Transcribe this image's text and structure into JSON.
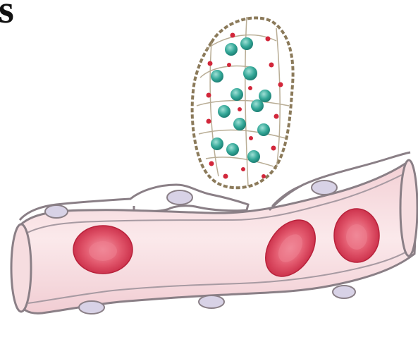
{
  "corner_text": "s",
  "colors": {
    "vessel_fill": "#f7d9dc",
    "vessel_inner": "#fbe8ea",
    "vessel_outline": "#8a7f86",
    "red_cell": "#d9364f",
    "red_cell_light": "#ee7d8e",
    "endothelial_nucleus": "#d8d2e6",
    "granule_teal": "#2fa59a",
    "granule_red": "#d2263a",
    "fibrin": "#8b7a5a"
  },
  "icons": {
    "blood_vessel": "capillary-illustration",
    "red_blood_cell": "erythrocyte-illustration",
    "clot": "platelet-clot-illustration"
  }
}
